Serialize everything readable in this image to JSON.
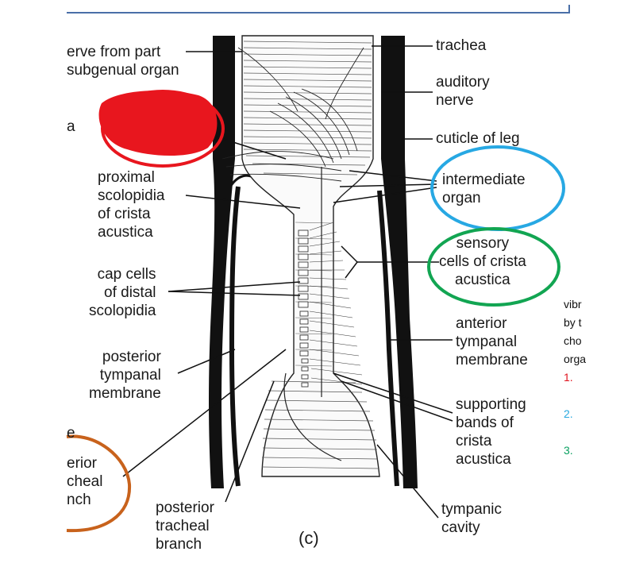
{
  "labels": {
    "nerve_from_part": [
      "erve from part",
      "subgenual organ"
    ],
    "a_fragment": "a",
    "trachea": "trachea",
    "auditory_nerve": [
      "auditory",
      "nerve"
    ],
    "cuticle_of_leg": "cuticle of leg",
    "proximal_scolopidia": [
      "proximal",
      "scolopidia",
      "of crista",
      "acustica"
    ],
    "intermediate_organ": [
      "intermediate",
      "organ"
    ],
    "sensory_cells": [
      "sensory",
      "cells of crista",
      "acustica"
    ],
    "cap_cells": [
      "cap cells",
      "of distal",
      "scolopidia"
    ],
    "anterior_tympanal": [
      "anterior",
      "tympanal",
      "membrane"
    ],
    "posterior_tympanal": [
      "posterior",
      "tympanal",
      "membrane"
    ],
    "supporting_bands": [
      "supporting",
      "bands of",
      "crista",
      "acustica"
    ],
    "e_fragment": "e",
    "anterior_tracheal_fragment": [
      "erior",
      "cheal",
      "nch"
    ],
    "posterior_tracheal": [
      "posterior",
      "tracheal",
      "branch"
    ],
    "tympanic_cavity": [
      "tympanic",
      "cavity"
    ],
    "panel_letter": "(c)"
  },
  "side_notes": {
    "lines": [
      "vibr",
      "by t",
      "cho",
      "orga"
    ],
    "list": [
      {
        "text": "1.",
        "color": "#e0141e"
      },
      {
        "text": "2.",
        "color": "#29a9e0"
      },
      {
        "text": "3.",
        "color": "#0aa060"
      }
    ]
  },
  "colors": {
    "redaction": "#e8161e",
    "red_circle": "#e8161e",
    "blue_circle": "#27a8e3",
    "green_circle": "#12a552",
    "orange_circle": "#c8621c",
    "top_rule": "#4a6fa8"
  }
}
